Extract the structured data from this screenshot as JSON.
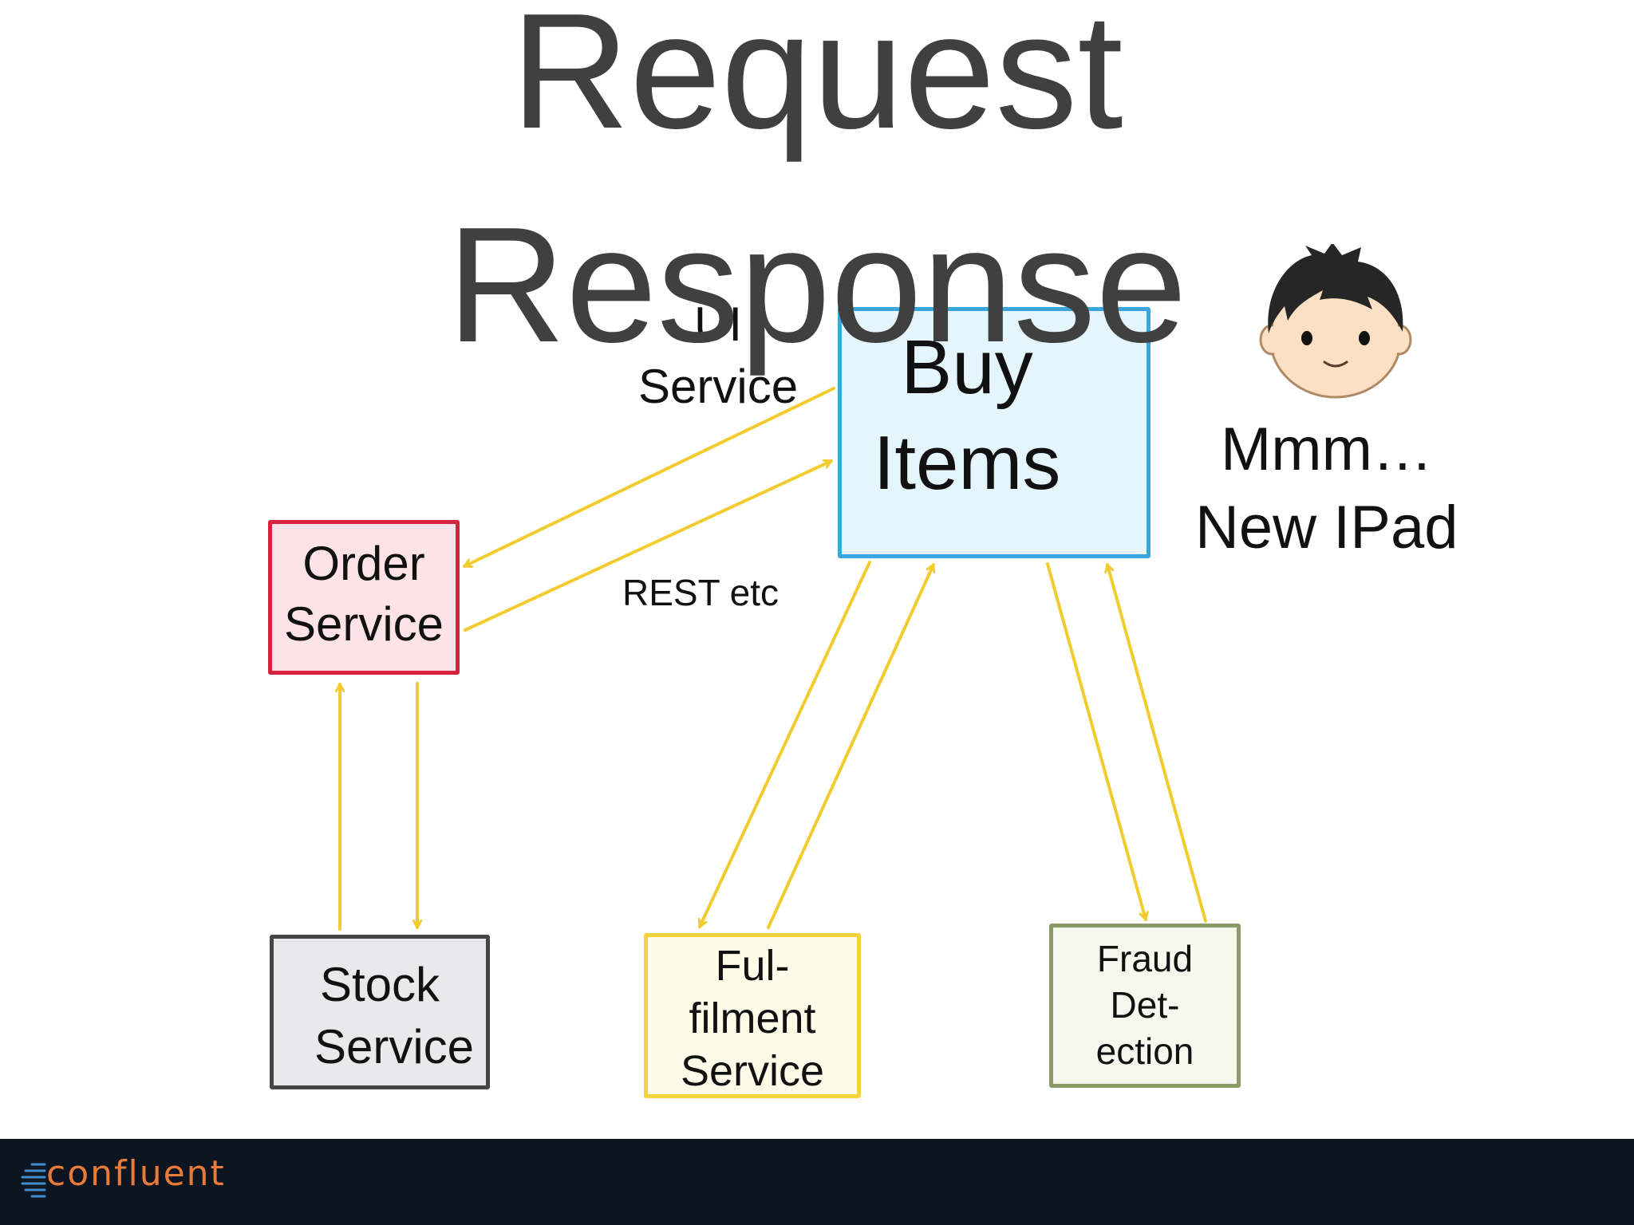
{
  "title": {
    "line1": "Request",
    "line2": "Response"
  },
  "nodes": {
    "ui_service": {
      "label_line1": "UI",
      "label_line2": "Service"
    },
    "buy_items": {
      "label_line1": "Buy",
      "label_line2": "Items"
    },
    "order_service": {
      "label_line1": "Order",
      "label_line2": "Service"
    },
    "stock_service": {
      "label_line1": "Stock",
      "label_line2": "Service"
    },
    "fulfilment_service": {
      "label_line1": "Ful-",
      "label_line2": "filment",
      "label_line3": "Service"
    },
    "fraud_detection": {
      "label_line1": "Fraud",
      "label_line2": "Det-",
      "label_line3": "ection"
    }
  },
  "annotations": {
    "rest": "REST etc",
    "thought_line1": "Mmm…",
    "thought_line2": "New IPad"
  },
  "footer": {
    "brand": "confluent"
  },
  "colors": {
    "arrow": "#f2cc2f",
    "buy_items_border": "#3aa6dc",
    "buy_items_fill": "#e5f5fc",
    "order_border": "#d8223f",
    "order_fill": "#fde3e8",
    "stock_border": "#454545",
    "stock_fill": "#e9e9ec",
    "fulfilment_border": "#f4d43a",
    "fulfilment_fill": "#fffbe8",
    "fraud_border": "#8c9a6a",
    "fraud_fill": "#f6f8ee",
    "footer_bg": "#0d1520",
    "brand_orange": "#e87b3a"
  },
  "icons": {
    "user": "boy-face-icon",
    "logo": "confluent-logo-icon"
  }
}
